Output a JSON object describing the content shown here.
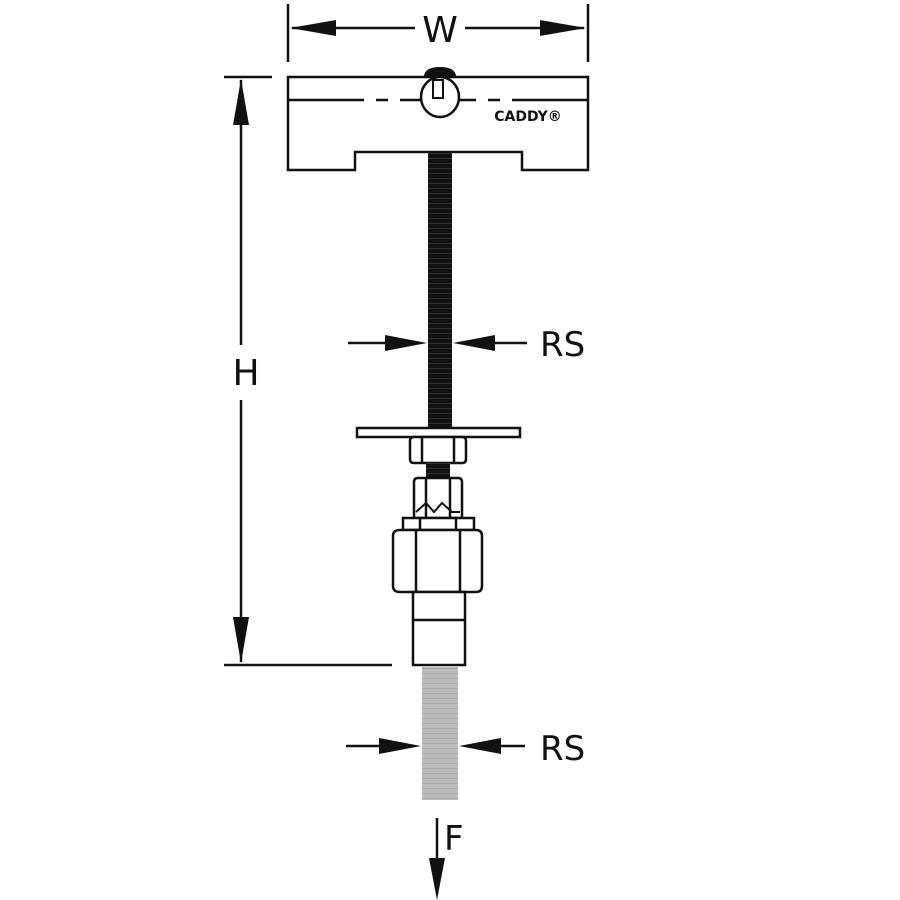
{
  "labels": {
    "width": "W",
    "height": "H",
    "rod_size_upper": "RS",
    "rod_size_lower": "RS",
    "force": "F",
    "brand": "CADDY®"
  },
  "colors": {
    "line": "#111111",
    "rod_upper": "#1a1a1a",
    "rod_lower": "#bcbcbc"
  }
}
